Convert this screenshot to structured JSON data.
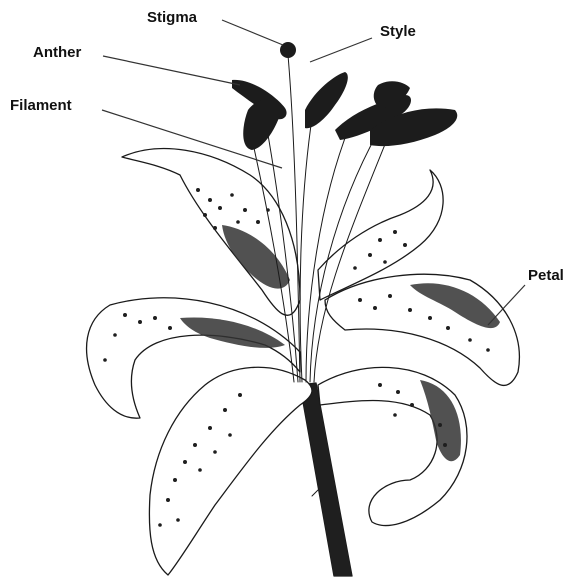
{
  "labels": {
    "stigma": "Stigma",
    "style": "Style",
    "anther": "Anther",
    "filament": "Filament",
    "petal": "Petal"
  },
  "colors": {
    "ink": "#1a1a1a",
    "background": "#ffffff"
  }
}
